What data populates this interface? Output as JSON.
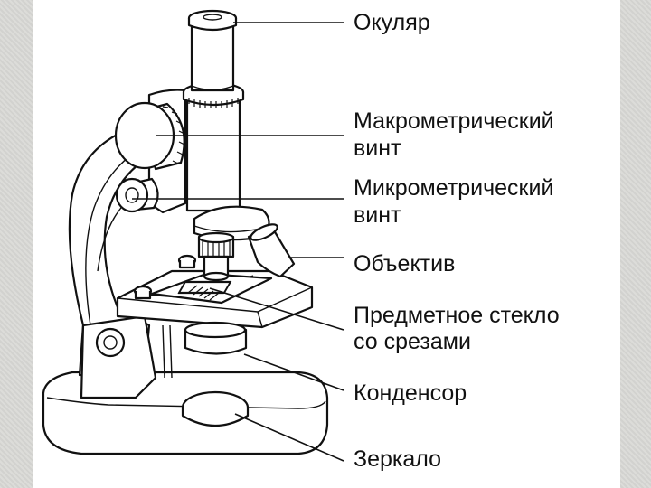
{
  "colors": {
    "ink": "#111111",
    "paper": "#ffffff",
    "border": "#d6d6d3"
  },
  "labels": {
    "eyepiece": "Окуляр",
    "macro_line1": "Макрометрический",
    "macro_line2": "винт",
    "micro_line1": "Микрометрический",
    "micro_line2": "винт",
    "objective": "Объектив",
    "slide_line1": "Предметное стекло",
    "slide_line2": "со срезами",
    "condenser": "Конденсор",
    "mirror": "Зеркало"
  }
}
